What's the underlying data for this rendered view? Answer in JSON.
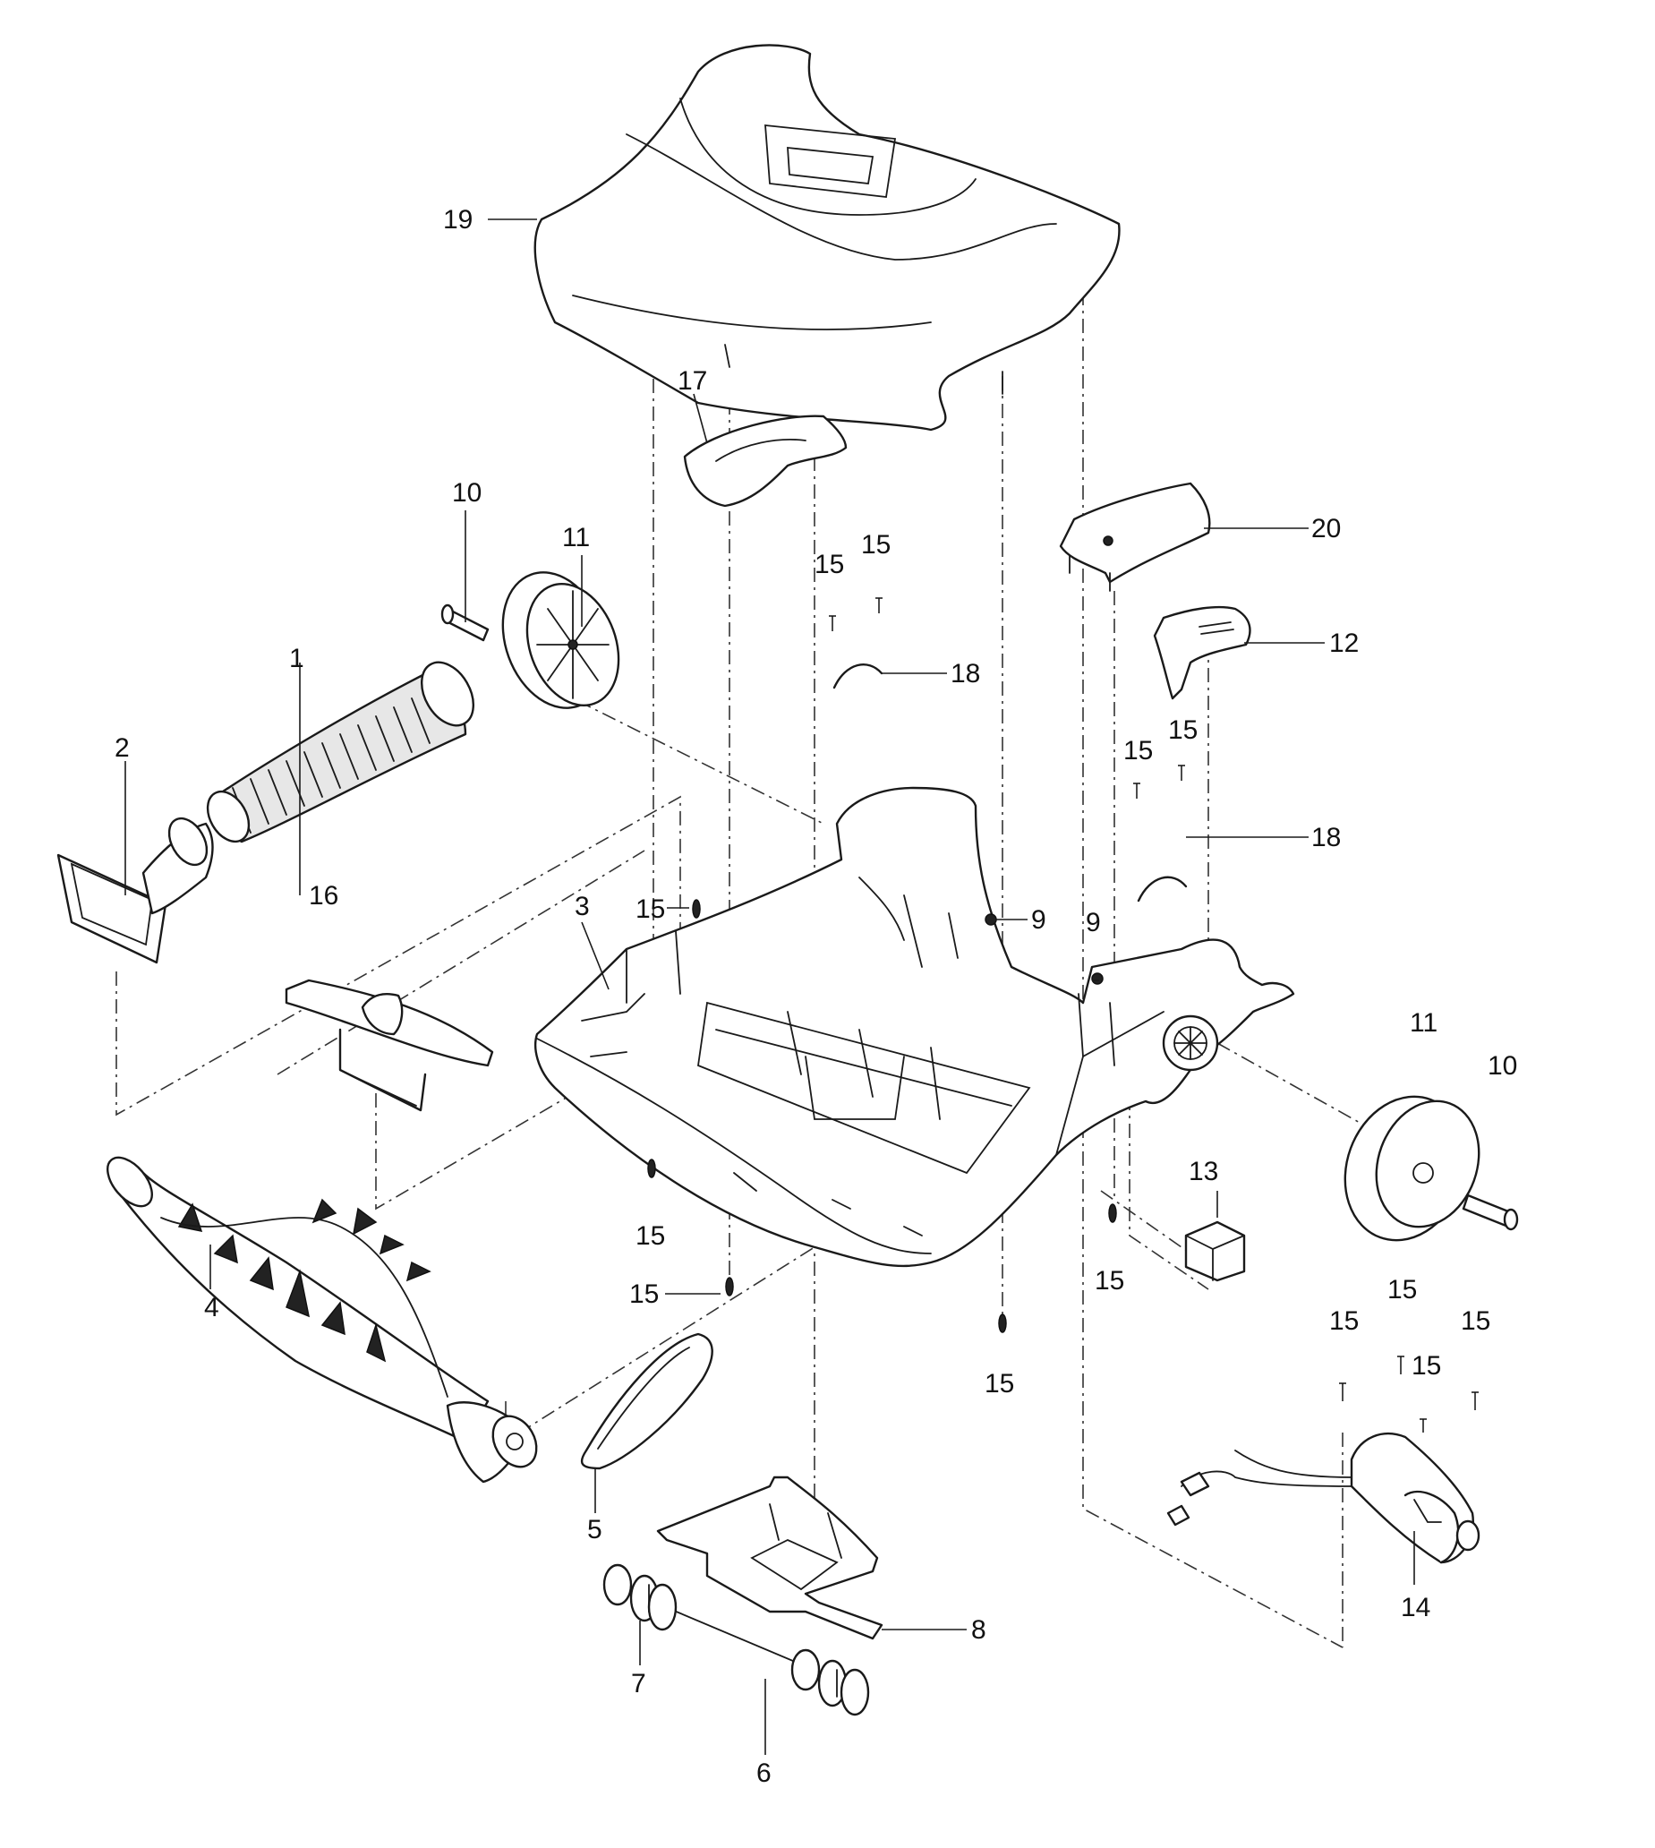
{
  "callouts": [
    {
      "id": "1",
      "label": "1"
    },
    {
      "id": "2",
      "label": "2"
    },
    {
      "id": "3",
      "label": "3"
    },
    {
      "id": "4",
      "label": "4"
    },
    {
      "id": "5",
      "label": "5"
    },
    {
      "id": "6",
      "label": "6"
    },
    {
      "id": "7",
      "label": "7"
    },
    {
      "id": "8",
      "label": "8"
    },
    {
      "id": "9a",
      "label": "9"
    },
    {
      "id": "9b",
      "label": "9"
    },
    {
      "id": "10a",
      "label": "10"
    },
    {
      "id": "10b",
      "label": "10"
    },
    {
      "id": "11a",
      "label": "11"
    },
    {
      "id": "11b",
      "label": "11"
    },
    {
      "id": "12",
      "label": "12"
    },
    {
      "id": "13",
      "label": "13"
    },
    {
      "id": "14",
      "label": "14"
    },
    {
      "id": "15a",
      "label": "15"
    },
    {
      "id": "15b",
      "label": "15"
    },
    {
      "id": "15c",
      "label": "15"
    },
    {
      "id": "15d",
      "label": "15"
    },
    {
      "id": "15e",
      "label": "15"
    },
    {
      "id": "15f",
      "label": "15"
    },
    {
      "id": "15g",
      "label": "15"
    },
    {
      "id": "15h",
      "label": "15"
    },
    {
      "id": "15i",
      "label": "15"
    },
    {
      "id": "15j",
      "label": "15"
    },
    {
      "id": "15k",
      "label": "15"
    },
    {
      "id": "15l",
      "label": "15"
    },
    {
      "id": "15m",
      "label": "15"
    },
    {
      "id": "15n",
      "label": "15"
    },
    {
      "id": "16",
      "label": "16"
    },
    {
      "id": "17",
      "label": "17"
    },
    {
      "id": "18a",
      "label": "18"
    },
    {
      "id": "18b",
      "label": "18"
    },
    {
      "id": "19",
      "label": "19"
    },
    {
      "id": "20",
      "label": "20"
    }
  ]
}
